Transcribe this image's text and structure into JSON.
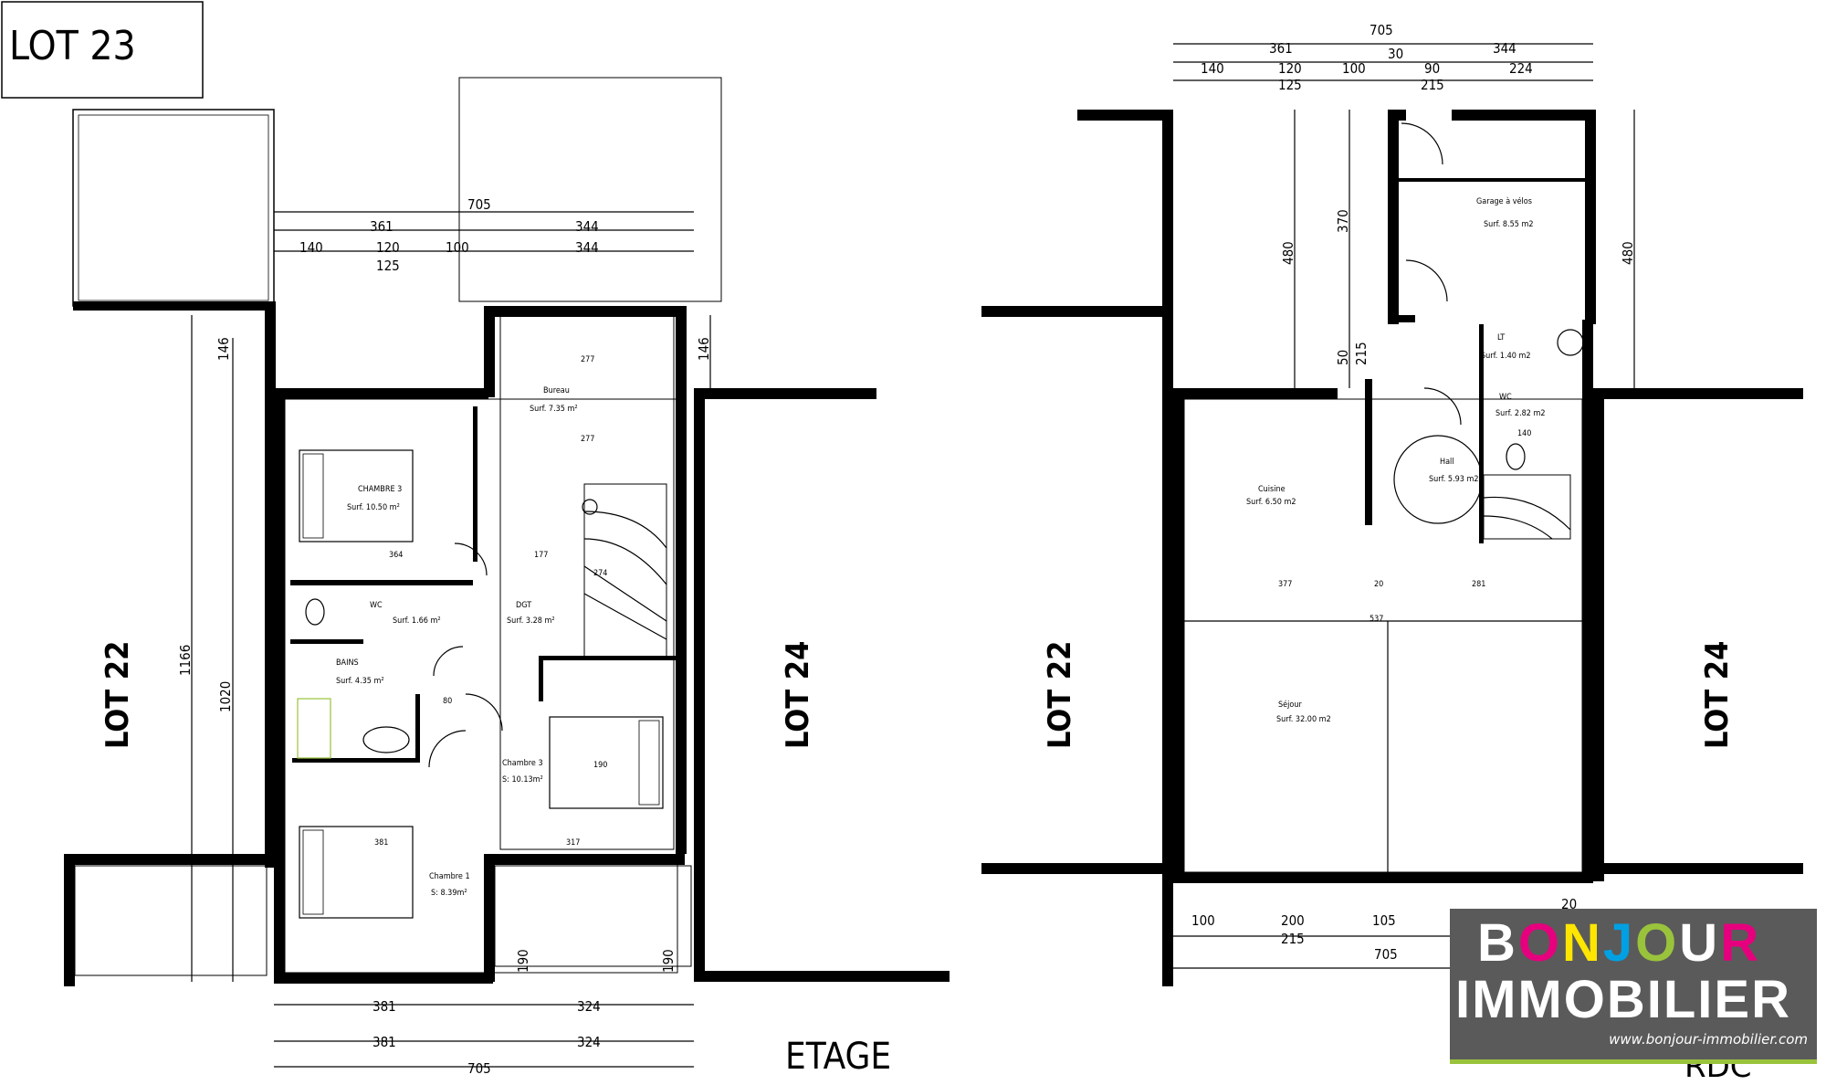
{
  "lot_label": "LOT 23",
  "titles": {
    "upper": "ETAGE",
    "ground": "RDC"
  },
  "lots": {
    "left": "LOT 22",
    "right": "LOT 24"
  },
  "upper": {
    "dims_top": {
      "total": "705",
      "a": "361",
      "b": "344",
      "c": "140",
      "d": "120",
      "e": "100",
      "f": "344",
      "g": "125"
    },
    "dims_bottom": {
      "a": "381",
      "b": "324",
      "c": "381",
      "d": "324",
      "total": "705"
    },
    "side": {
      "a": "146",
      "b": "1166",
      "c": "1020",
      "d": "146",
      "e": "190",
      "f": "190"
    },
    "rooms": [
      {
        "name": "Bureau",
        "area": "Surf. 7.35 m²"
      },
      {
        "name": "CHAMBRE 3",
        "area": "Surf. 10.50 m²"
      },
      {
        "name": "WC",
        "area": "Surf. 1.66 m²"
      },
      {
        "name": "DGT",
        "area": "Surf. 3.28 m²"
      },
      {
        "name": "BAINS",
        "area": "Surf. 4.35 m²"
      },
      {
        "name": "Chambre 3",
        "area": "S: 10.13m²"
      },
      {
        "name": "Chambre 1",
        "area": "S: 8.39m²"
      }
    ],
    "inner": [
      "277",
      "277",
      "364",
      "177",
      "274",
      "190",
      "317",
      "381",
      "80"
    ]
  },
  "ground": {
    "dims_top": {
      "total": "705",
      "a": "361",
      "b": "30",
      "c": "344",
      "d": "140",
      "e": "120",
      "f": "100",
      "g": "90",
      "h": "224",
      "i": "125",
      "j": "215"
    },
    "dims_bottom": {
      "a": "100",
      "b": "200",
      "c": "105",
      "d": "215",
      "total": "705",
      "e": "20"
    },
    "side": {
      "a": "480",
      "b": "370",
      "c": "50",
      "d": "215",
      "e": "480"
    },
    "rooms": [
      {
        "name": "Garage à vélos",
        "area": "Surf. 8.55 m2"
      },
      {
        "name": "LT",
        "area": "Surf. 1.40 m2"
      },
      {
        "name": "WC",
        "area": "Surf. 2.82 m2"
      },
      {
        "name": "Hall",
        "area": "Surf. 5.93 m2"
      },
      {
        "name": "Cuisine",
        "area": "Surf. 6.50 m2"
      },
      {
        "name": "Séjour",
        "area": "Surf. 32.00 m2"
      }
    ],
    "inner": [
      "377",
      "537",
      "281",
      "140",
      "20"
    ]
  },
  "logo": {
    "line1": "BONJOUR",
    "line2": "IMMOBILIER",
    "url": "www.bonjour-immobilier.com",
    "colors": [
      "#e6007e",
      "#ffe600",
      "#00a0e3",
      "#9ac33c"
    ]
  }
}
